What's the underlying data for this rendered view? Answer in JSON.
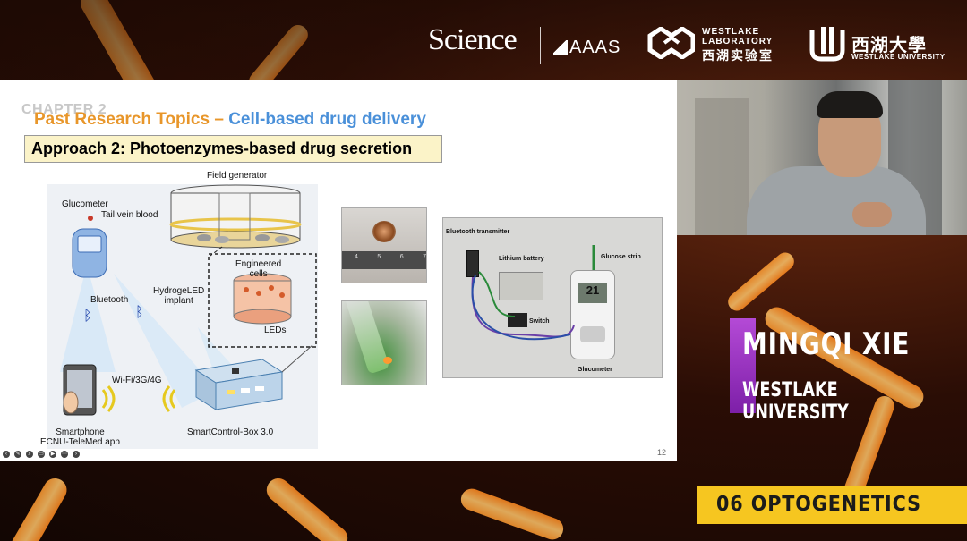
{
  "header": {
    "science": "Science",
    "aaas": "AAAS",
    "westlake_lab_en": "WESTLAKE\nLABORATORY",
    "westlake_lab_zh": "西湖实验室",
    "westlake_univ_zh": "西湖大學",
    "westlake_univ_en": "WESTLAKE UNIVERSITY"
  },
  "slide": {
    "chapter": "CHAPTER 2",
    "title_part1": "Past Research Topics – ",
    "title_part2": "Cell-based drug delivery",
    "approach": "Approach 2: Photoenzymes-based drug secretion",
    "figure_labels": {
      "field_generator": "Field generator",
      "glucometer": "Glucometer",
      "tail_vein_blood": "Tail vein blood",
      "engineered_cells": "Engineered\ncells",
      "hydrogeled_implant": "HydrogeLED\nimplant",
      "leds": "LEDs",
      "bluetooth": "Bluetooth",
      "wifi": "Wi-Fi/3G/4G",
      "smartphone": "Smartphone\nECNU-TeleMed app",
      "smartcontrol_box": "SmartControl-Box 3.0"
    },
    "photo_labels": {
      "bluetooth_transmitter": "Bluetooth transmitter",
      "lithium_battery": "Lithium battery",
      "glucose_strip": "Glucose strip",
      "switch": "Switch",
      "glucometer": "Glucometer"
    },
    "ruler_ticks": [
      "4",
      "5",
      "6",
      "7"
    ],
    "slide_number": "12"
  },
  "speaker": {
    "name": "MINGQI XIE",
    "affiliation": "WESTLAKE UNIVERSITY"
  },
  "session": "06 OPTOGENETICS"
}
